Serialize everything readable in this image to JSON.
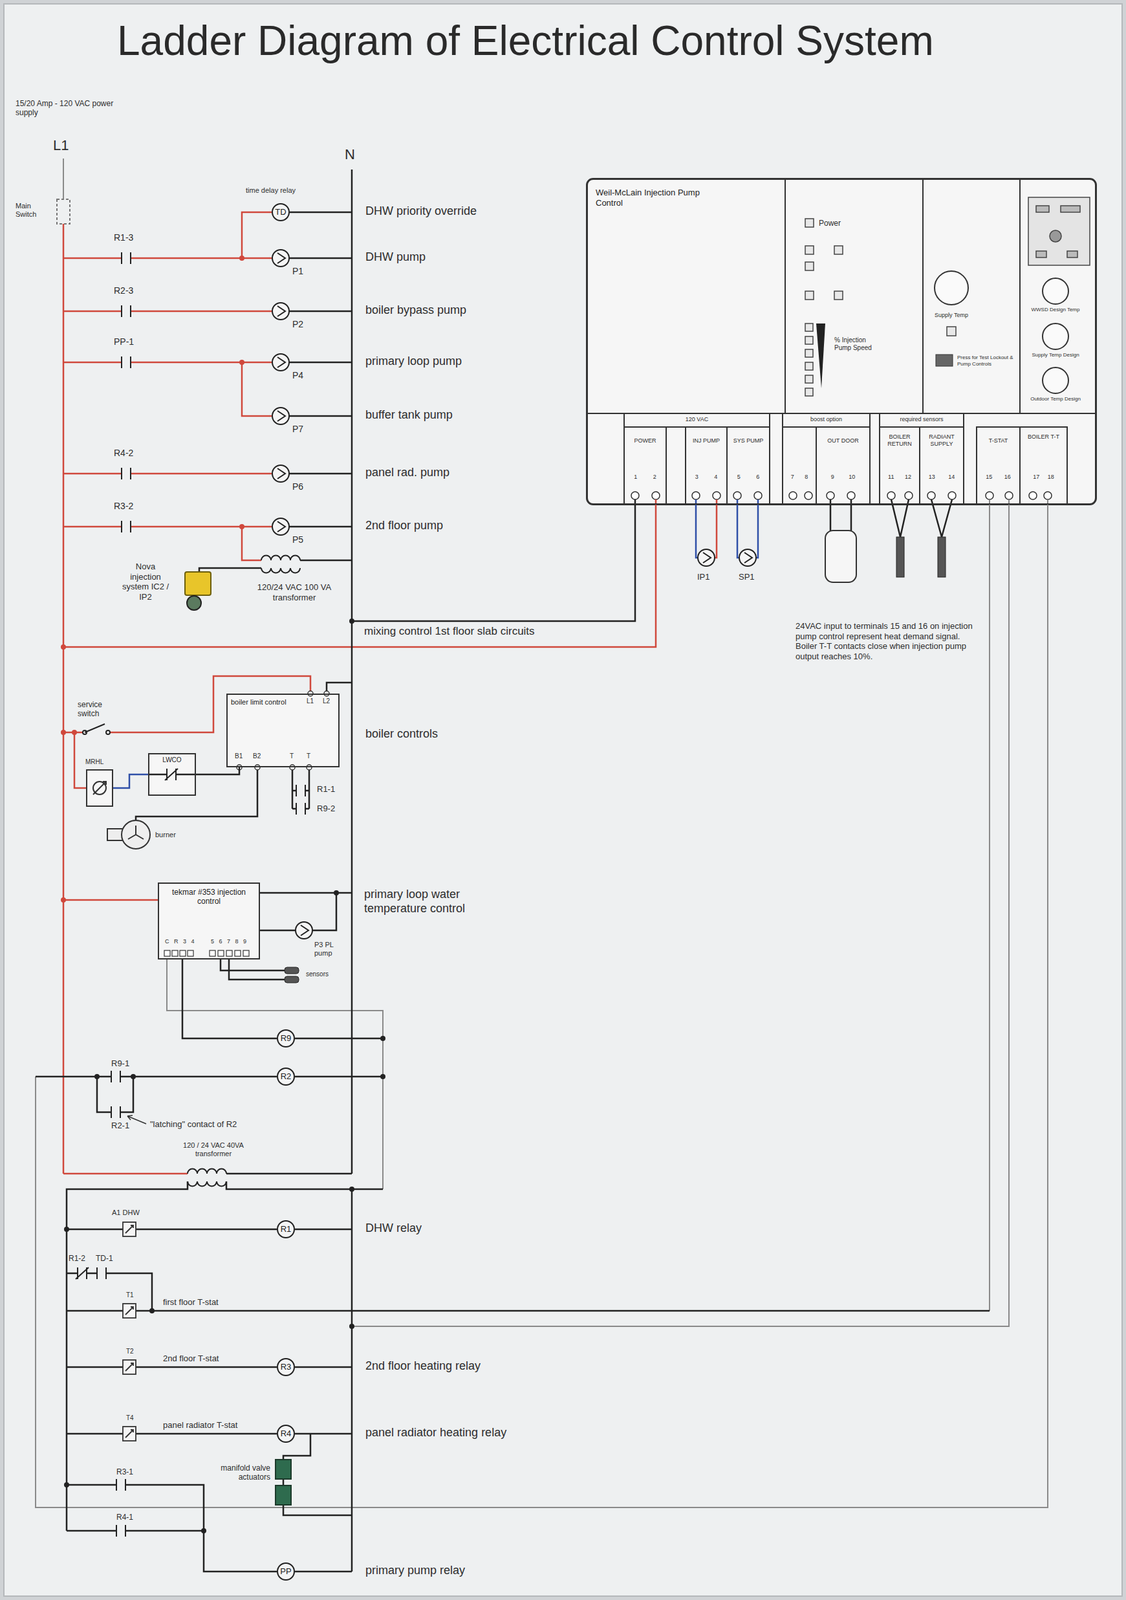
{
  "diagram": {
    "title": "Ladder Diagram of Electrical Control System",
    "nodes": [
      {
        "text": [
          "Weil-McLain Injection Pump Control"
        ]
      },
      {
        "text": [
          "TD"
        ]
      },
      {
        "text": [
          "boiler limit control"
        ]
      },
      {
        "text": [
          "LWCO"
        ]
      },
      {
        "text": [
          "tekmar #353 injection control"
        ]
      },
      {
        "text": [
          "R9"
        ]
      },
      {
        "text": [
          "R2"
        ]
      },
      {
        "text": [
          "R1"
        ]
      },
      {
        "text": [
          "R3"
        ]
      },
      {
        "text": [
          "R4"
        ]
      },
      {
        "text": [
          "PP"
        ]
      }
    ],
    "edges": [
      {
        "from": 4,
        "to": 5,
        "arrow": "none"
      },
      {
        "from": 3,
        "to": 2,
        "arrow": "none"
      }
    ],
    "labels": [
      "15/20 Amp - 120 VAC power supply",
      "L1",
      "N",
      "Main Switch",
      "time delay relay",
      "DHW priority override",
      "R1-3",
      "DHW pump",
      "P1",
      "R2-3",
      "boiler bypass pump",
      "P2",
      "PP-1",
      "primary loop pump",
      "P4",
      "buffer tank pump",
      "P7",
      "R4-2",
      "panel rad. pump",
      "P6",
      "R3-2",
      "2nd floor pump",
      "P5",
      "Nova injection system IC2 / IP2",
      "120/24 VAC 100 VA transformer",
      "mixing control 1st floor slab circuits",
      "service switch",
      "L1",
      "L2",
      "B1",
      "B2",
      "T",
      "T",
      "MRHL",
      "boiler controls",
      "R1-1",
      "R9-2",
      "burner",
      "C R 3 4",
      "5 6 7 8 9",
      "P3 PL pump",
      "primary loop water temperature control",
      "sensors",
      "R9-1",
      "R2-1",
      "\"latching\" contact of R2",
      "120 / 24 VAC 40VA transformer",
      "A1 DHW",
      "DHW relay",
      "R1-2",
      "TD-1",
      "T1",
      "first floor T-stat",
      "T2",
      "2nd floor T-stat",
      "2nd floor heating relay",
      "T4",
      "panel radiator T-stat",
      "panel radiator heating relay",
      "R3-1",
      "R4-1",
      "manifold valve actuators",
      "primary pump relay",
      "Power",
      "% Injection Pump Speed",
      "Supply Temp",
      "Press for Test Lockout & Pump Controls",
      "WWSD Design Temp",
      "Supply Temp Design",
      "Outdoor Temp Design",
      "120 VAC",
      "POWER",
      "1 2",
      "INJ PUMP",
      "3 4",
      "SYS PUMP",
      "5 6",
      "boost option",
      "7 8",
      "OUT DOOR",
      "9 10",
      "required sensors",
      "BOILER RETURN",
      "11 12",
      "RADIANT SUPPLY",
      "13 14",
      "T-STAT",
      "15 16",
      "BOILER T-T",
      "17 18",
      "IP1",
      "SP1",
      "24VAC input to terminals 15 and 16 on injection pump control represent heat demand signal. Boiler T-T contacts close when injection pump output reaches 10%."
    ]
  }
}
